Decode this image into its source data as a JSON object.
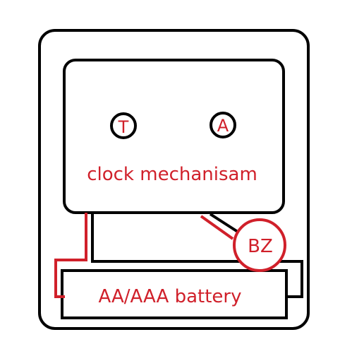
{
  "diagram": {
    "mechanism_label": "clock mechanisam",
    "battery_label": "AA/AAA battery",
    "terminal_t": "T",
    "terminal_a": "A",
    "buzzer": "BZ",
    "colors": {
      "outline": "#000000",
      "accent": "#d0202a",
      "background": "#ffffff"
    }
  }
}
